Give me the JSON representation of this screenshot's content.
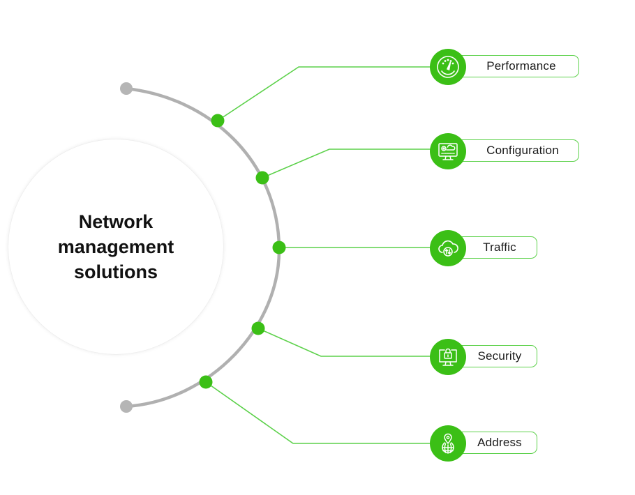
{
  "hub": {
    "title_lines": [
      "Network",
      "management",
      "solutions"
    ]
  },
  "colors": {
    "accent": "#3bbf16",
    "connector": "#5cd14a",
    "arc": "#b0b0b0",
    "endpoint": "#b5b5b5"
  },
  "items": [
    {
      "label": "Performance",
      "icon": "speedometer-icon"
    },
    {
      "label": "Configuration",
      "icon": "monitor-cloud-gear-icon"
    },
    {
      "label": "Traffic",
      "icon": "cloud-transfer-icon"
    },
    {
      "label": "Security",
      "icon": "monitor-lock-icon"
    },
    {
      "label": "Address",
      "icon": "location-globe-icon"
    }
  ]
}
